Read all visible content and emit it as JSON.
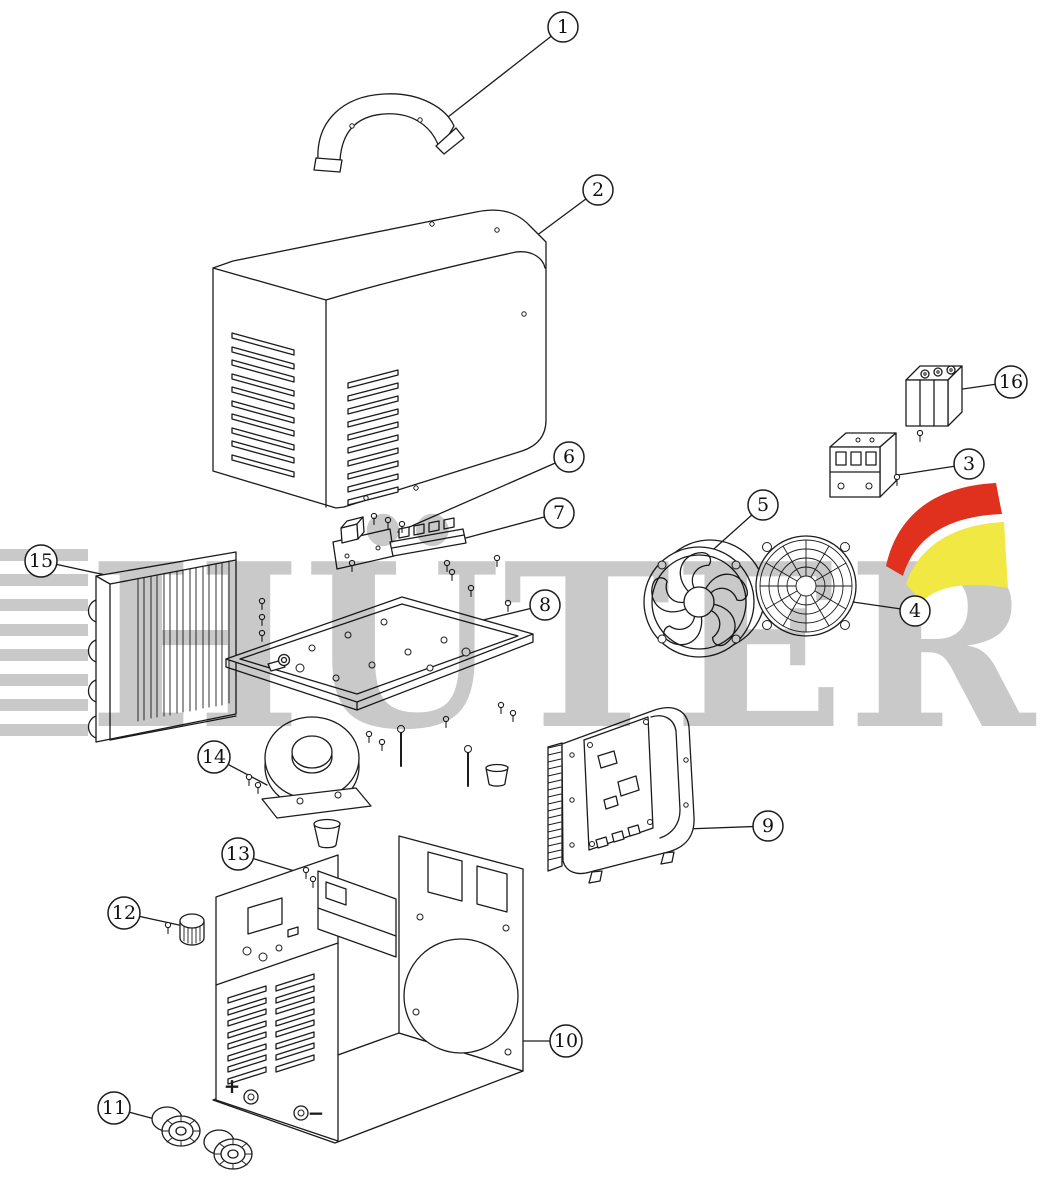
{
  "watermark": {
    "text": "HÜTER",
    "color": "#c9c9c9"
  },
  "colors": {
    "line": "#1c1c1c",
    "background": "#ffffff",
    "swoosh_red": "#e0301e",
    "swoosh_yellow": "#f1e843"
  },
  "panel": {
    "plus_label": "+",
    "minus_label": "−"
  },
  "callouts": [
    {
      "label": "1"
    },
    {
      "label": "2"
    },
    {
      "label": "3"
    },
    {
      "label": "4"
    },
    {
      "label": "5"
    },
    {
      "label": "6"
    },
    {
      "label": "7"
    },
    {
      "label": "8"
    },
    {
      "label": "9"
    },
    {
      "label": "10"
    },
    {
      "label": "11"
    },
    {
      "label": "12"
    },
    {
      "label": "13"
    },
    {
      "label": "14"
    },
    {
      "label": "15"
    },
    {
      "label": "16"
    }
  ]
}
